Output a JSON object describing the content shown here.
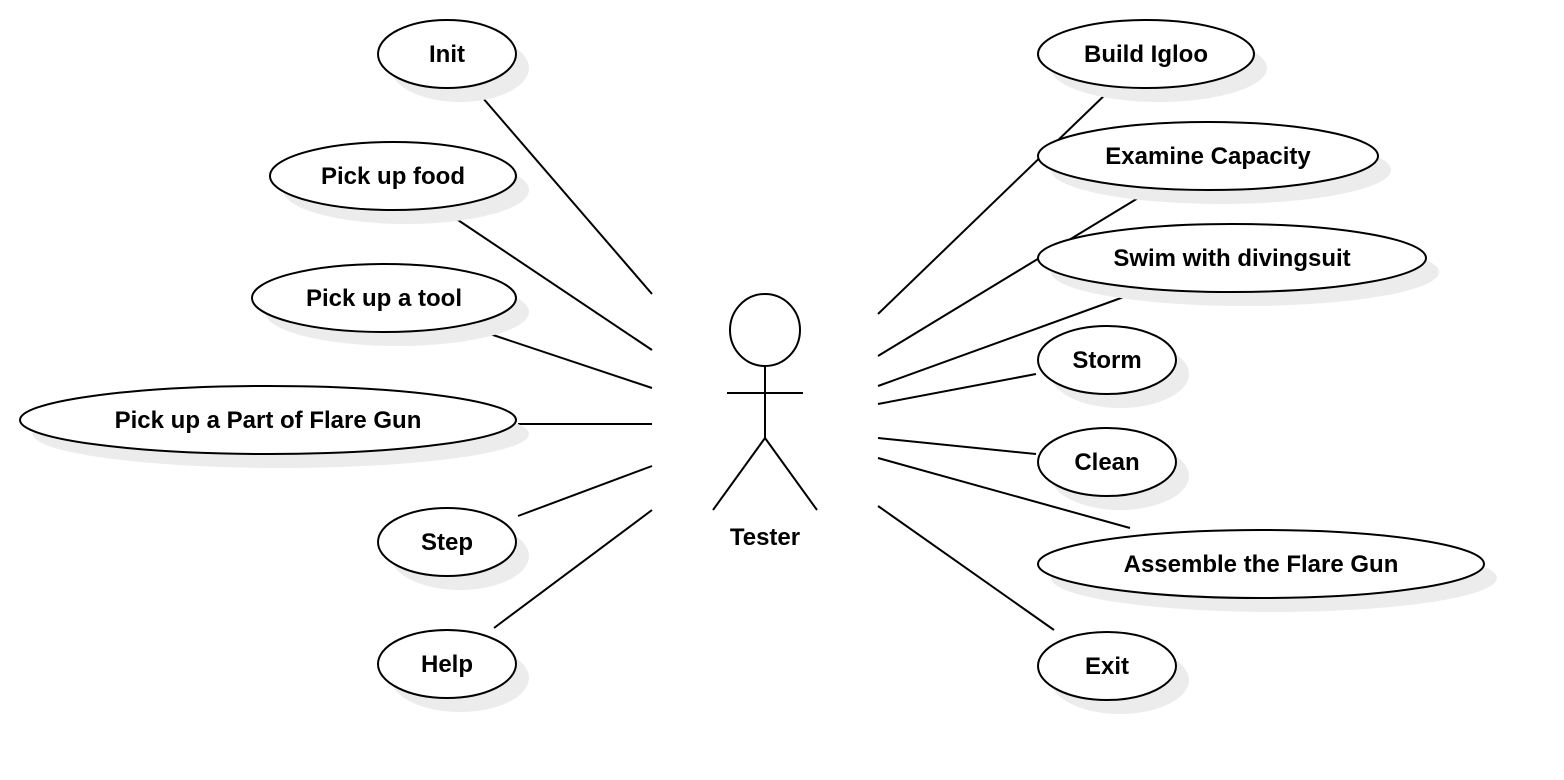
{
  "actor": {
    "name": "Tester"
  },
  "use_cases_left": [
    {
      "id": "init",
      "label": "Init"
    },
    {
      "id": "pick-up-food",
      "label": "Pick up food"
    },
    {
      "id": "pick-up-a-tool",
      "label": "Pick up a tool"
    },
    {
      "id": "pick-up-a-part-of-flare-gun",
      "label": "Pick up a Part of Flare Gun"
    },
    {
      "id": "step",
      "label": "Step"
    },
    {
      "id": "help",
      "label": "Help"
    }
  ],
  "use_cases_right": [
    {
      "id": "build-igloo",
      "label": "Build Igloo"
    },
    {
      "id": "examine-capacity",
      "label": "Examine Capacity"
    },
    {
      "id": "swim-with-divingsuit",
      "label": "Swim with divingsuit"
    },
    {
      "id": "storm",
      "label": "Storm"
    },
    {
      "id": "clean",
      "label": "Clean"
    },
    {
      "id": "assemble-the-flare-gun",
      "label": "Assemble the Flare Gun"
    },
    {
      "id": "exit",
      "label": "Exit"
    }
  ]
}
